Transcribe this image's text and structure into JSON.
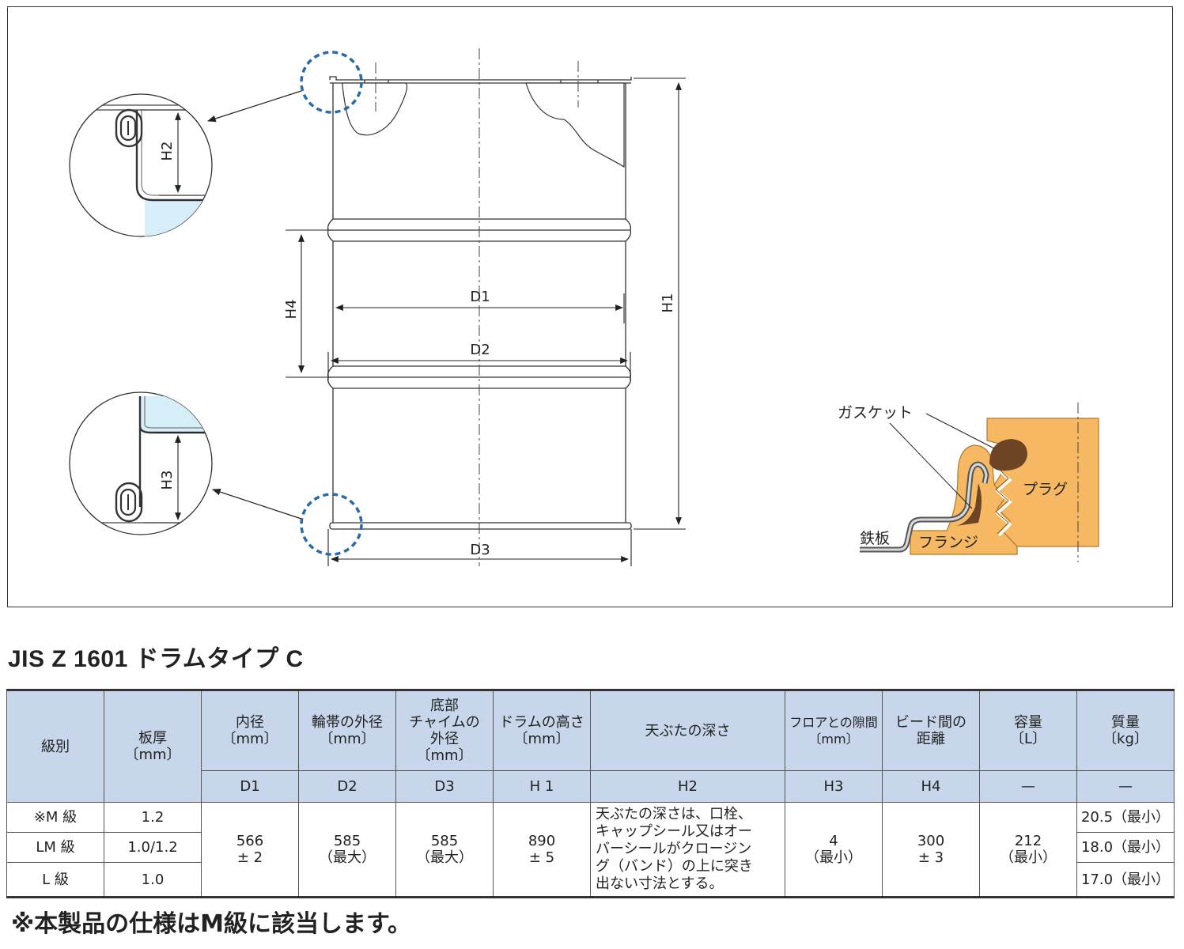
{
  "diagram": {
    "dimension_labels": {
      "D1": "D1",
      "D2": "D2",
      "D3": "D3",
      "H1": "H1",
      "H2": "H2",
      "H3": "H3",
      "H4": "H4"
    },
    "callouts": {
      "gasket": "ガスケット",
      "plug": "プラグ",
      "flange": "フランジ",
      "steel_plate": "鉄板"
    },
    "colors": {
      "detail_blue": "#2a6aa8",
      "plug_orange": "#f6b862",
      "gasket_brown": "#6e4524",
      "liquid_blue": "#d6eef8"
    }
  },
  "title": "JIS Z 1601 ドラムタイプ C",
  "table": {
    "headers": {
      "grade": "級別",
      "thickness": "板厚\n〔mm〕",
      "inner_diameter": "内径\n〔mm〕",
      "band_od": "輪帯の外径\n〔mm〕",
      "chime_od": "底部\nチャイムの\n外径\n〔mm〕",
      "drum_height": "ドラムの高さ\n〔mm〕",
      "lid_depth": "天ぶたの深さ",
      "floor_gap": "フロアとの隙間\n〔mm〕",
      "bead_distance": "ビード間の\n距離",
      "capacity": "容量\n〔L〕",
      "mass": "質量\n〔kg〕"
    },
    "symbols": [
      "D1",
      "D2",
      "D3",
      "H 1",
      "H2",
      "H3",
      "H4",
      "—",
      "—"
    ],
    "grades": [
      {
        "grade": "※M 級",
        "thickness": "1.2",
        "mass": "20.5（最小）"
      },
      {
        "grade": "LM 級",
        "thickness": "1.0/1.2",
        "mass": "18.0（最小）"
      },
      {
        "grade": "L 級",
        "thickness": "1.0",
        "mass": "17.0（最小）"
      }
    ],
    "shared": {
      "D1": "566\n± 2",
      "D2": "585\n（最大）",
      "D3": "585\n（最大）",
      "H1": "890\n± 5",
      "H2": "天ぶたの深さは、口栓、\nキャップシール又はオー\nバーシールがクロージン\nグ（バンド）の上に突き\n出ない寸法とする。",
      "H3": "4\n（最小）",
      "H4": "300\n± 3",
      "capacity": "212\n（最小）"
    }
  },
  "footnote": "※本製品の仕様はM級に該当します。"
}
